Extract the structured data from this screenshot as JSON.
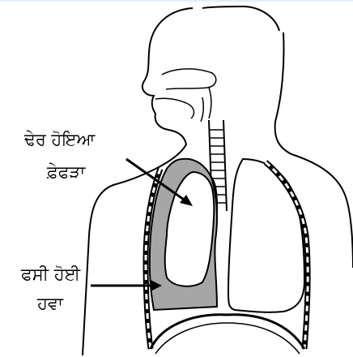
{
  "labels": {
    "collapsed_lung_line1": "ਢੇਰ ਹੋਇਆ",
    "collapsed_lung_line2": "ਫ਼ੇਫੜਾ",
    "trapped_air_line1": "ਫਸੀ ਹੋਈ",
    "trapped_air_line2": "ਹਵਾ"
  },
  "colors": {
    "outline": "#000000",
    "collapsed_lung_fill": "#a6a6a6",
    "background": "#ffffff"
  }
}
